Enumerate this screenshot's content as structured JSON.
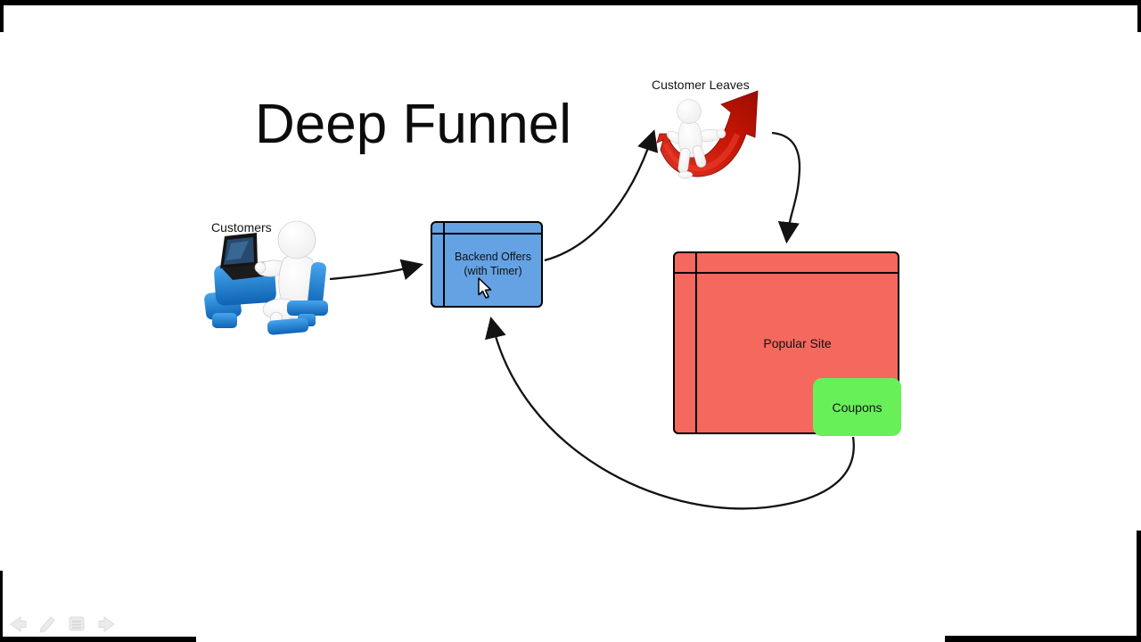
{
  "title": {
    "text": "Deep Funnel"
  },
  "diagram": {
    "customers": {
      "label": "Customers"
    },
    "backend_offers": {
      "line1": "Backend Offers",
      "line2": "(with Timer)",
      "fill": "#64a2e4"
    },
    "customer_leaves": {
      "label": "Customer Leaves"
    },
    "popular_site": {
      "label": "Popular Site",
      "fill": "#f5685e"
    },
    "coupons": {
      "label": "Coupons",
      "fill": "#68f058"
    },
    "flow": [
      "customers -> backend_offers",
      "backend_offers -> customer_leaves",
      "customer_leaves -> popular_site",
      "coupons -> backend_offers"
    ]
  },
  "colors": {
    "background": "#ffffff",
    "connector": "#121212",
    "box_border": "#000000",
    "chair_blue": "#1d7fd0",
    "swoosh_red": "#cf1505",
    "toolbar_icon": "#ebebeb"
  },
  "toolbar": {
    "icons": [
      "back-arrow",
      "pencil",
      "notes",
      "forward-arrow"
    ]
  }
}
